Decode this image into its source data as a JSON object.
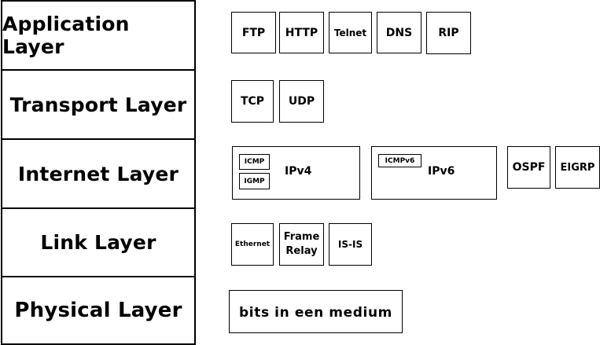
{
  "layers": [
    {
      "label": "Application Layer"
    },
    {
      "label": "Transport Layer"
    },
    {
      "label": "Internet Layer"
    },
    {
      "label": "Link Layer"
    },
    {
      "label": "Physical Layer"
    }
  ],
  "application": [
    "FTP",
    "HTTP",
    "Telnet",
    "DNS",
    "RIP"
  ],
  "transport": [
    "TCP",
    "UDP"
  ],
  "internet": {
    "ipv4": {
      "label": "IPv4",
      "sub": [
        "ICMP",
        "IGMP"
      ]
    },
    "ipv6": {
      "label": "IPv6",
      "sub": [
        "ICMPv6"
      ]
    },
    "routing": [
      "OSPF",
      "EIGRP"
    ]
  },
  "link": [
    "Ethernet",
    "Frame Relay",
    "IS-IS"
  ],
  "physical": "bits in een medium"
}
